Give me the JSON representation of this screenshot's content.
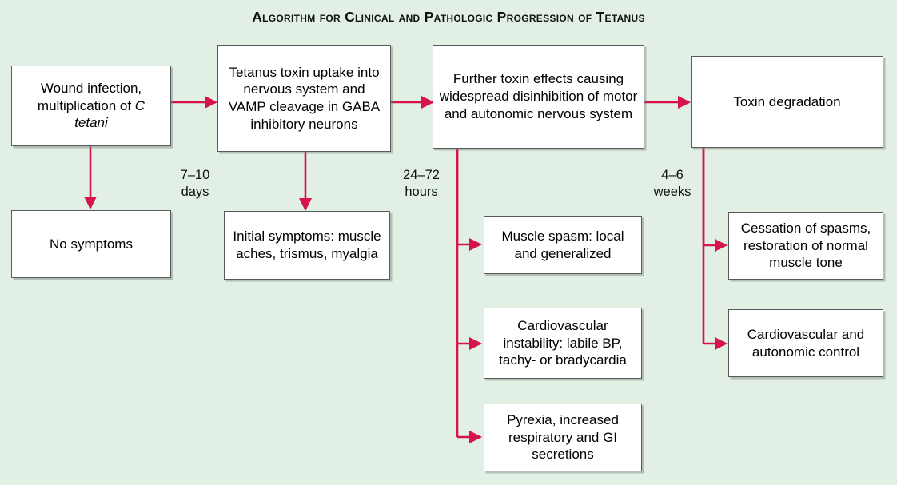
{
  "title": "Algorithm for Clinical and Pathologic Progression of Tetanus",
  "colors": {
    "background": "#e2efe4",
    "arrow": "#d6134a",
    "box_border": "#585b5c",
    "box_fill": "#ffffff",
    "text": "#000000"
  },
  "nodes": {
    "wound_infection": {
      "line1": "Wound infection,",
      "line2_pre": "multiplication of ",
      "line2_italic": "C",
      "line3_italic": "tetani"
    },
    "no_symptoms": {
      "label": "No symptoms"
    },
    "tetanus_toxin_uptake": {
      "label": "Tetanus toxin uptake into nervous system and VAMP cleavage in GABA inhibitory neurons"
    },
    "initial_symptoms": {
      "label": "Initial symptoms: muscle aches, trismus, myalgia"
    },
    "further_toxin_effects": {
      "label": "Further toxin effects causing widespread disinhibition of motor and autonomic nervous system"
    },
    "muscle_spasm": {
      "label": "Muscle spasm: local and generalized"
    },
    "cardiovascular_instability": {
      "label": "Cardiovascular instability: labile BP, tachy- or bradycardia"
    },
    "pyrexia": {
      "label": "Pyrexia, increased respiratory and GI secretions"
    },
    "toxin_degradation": {
      "label": "Toxin degradation"
    },
    "cessation_of_spasms": {
      "label": "Cessation of spasms, restoration of normal muscle tone"
    },
    "cardiovascular_control": {
      "label": "Cardiovascular and autonomic control"
    }
  },
  "interval_labels": {
    "stage1": "7–10\ndays",
    "stage2": "24–72\nhours",
    "stage3": "4–6\nweeks"
  }
}
